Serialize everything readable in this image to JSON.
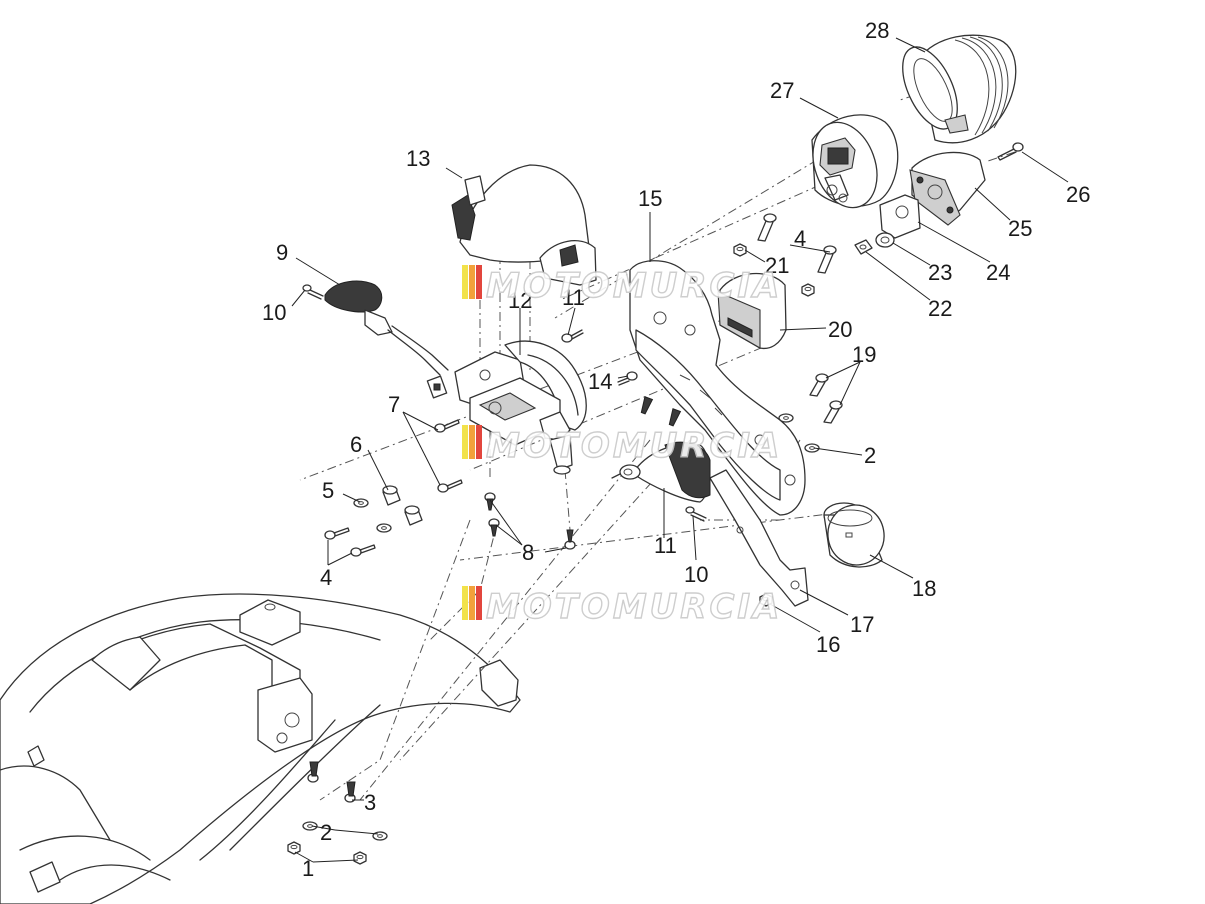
{
  "diagram": {
    "type": "exploded-parts-diagram",
    "watermark": {
      "text": "MOTOMURCIA",
      "stripe_colors": [
        "#f2e24a",
        "#f2a13b",
        "#e2463d"
      ]
    },
    "callouts": [
      {
        "id": "c28",
        "text": "28"
      },
      {
        "id": "c27",
        "text": "27"
      },
      {
        "id": "c26",
        "text": "26"
      },
      {
        "id": "c25",
        "text": "25"
      },
      {
        "id": "c24",
        "text": "24"
      },
      {
        "id": "c23",
        "text": "23"
      },
      {
        "id": "c22",
        "text": "22"
      },
      {
        "id": "c21",
        "text": "21"
      },
      {
        "id": "c20",
        "text": "20"
      },
      {
        "id": "c19",
        "text": "19"
      },
      {
        "id": "c18",
        "text": "18"
      },
      {
        "id": "c17",
        "text": "17"
      },
      {
        "id": "c16",
        "text": "16"
      },
      {
        "id": "c15",
        "text": "15"
      },
      {
        "id": "c14",
        "text": "14"
      },
      {
        "id": "c13",
        "text": "13"
      },
      {
        "id": "c12",
        "text": "12"
      },
      {
        "id": "c11a",
        "text": "11"
      },
      {
        "id": "c11b",
        "text": "11"
      },
      {
        "id": "c10a",
        "text": "10"
      },
      {
        "id": "c10b",
        "text": "10"
      },
      {
        "id": "c9",
        "text": "9"
      },
      {
        "id": "c8",
        "text": "8"
      },
      {
        "id": "c7",
        "text": "7"
      },
      {
        "id": "c6",
        "text": "6"
      },
      {
        "id": "c5",
        "text": "5"
      },
      {
        "id": "c4a",
        "text": "4"
      },
      {
        "id": "c4b",
        "text": "4"
      },
      {
        "id": "c3",
        "text": "3"
      },
      {
        "id": "c2a",
        "text": "2"
      },
      {
        "id": "c2b",
        "text": "2"
      },
      {
        "id": "c1",
        "text": "1"
      }
    ]
  }
}
